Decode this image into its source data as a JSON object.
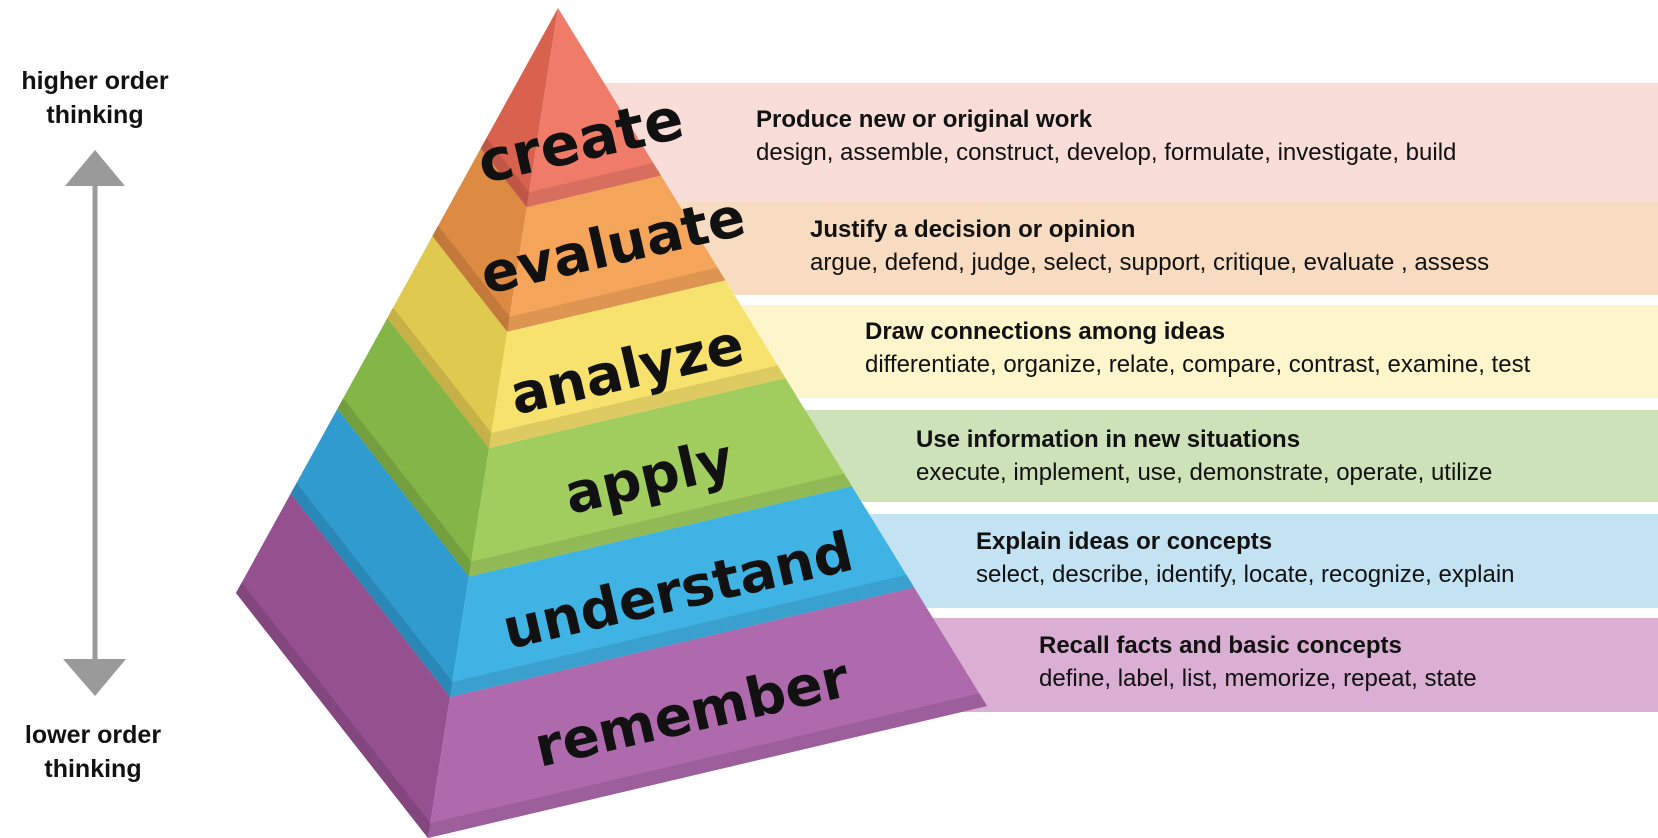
{
  "axis": {
    "top_label": "higher order thinking",
    "top_line1": "higher order",
    "top_line2": "thinking",
    "bottom_line1": "lower order",
    "bottom_line2": "thinking",
    "arrow_color": "#9a9a9a"
  },
  "levels": [
    {
      "name": "create",
      "title": "Produce new or original work",
      "verbs": "design, assemble, construct, develop, formulate, investigate, build",
      "band_color": "#f8ddd8",
      "front_color": "#f07b68",
      "side_color": "#d9624f"
    },
    {
      "name": "evaluate",
      "title": "Justify a decision or opinion",
      "verbs": "argue, defend, judge, select, support, critique, evaluate , assess",
      "band_color": "#f8dcc1",
      "front_color": "#f5a55a",
      "side_color": "#dd8a42"
    },
    {
      "name": "analyze",
      "title": "Draw connections among ideas",
      "verbs": "differentiate, organize, relate, compare, contrast, examine, test",
      "band_color": "#fdf6cc",
      "front_color": "#f6e26d",
      "side_color": "#e0c94f"
    },
    {
      "name": "apply",
      "title": "Use information in new situations",
      "verbs": "execute, implement, use, demonstrate, operate, utilize",
      "band_color": "#cde2b8",
      "front_color": "#a1cd5e",
      "side_color": "#84b547"
    },
    {
      "name": "understand",
      "title": "Explain ideas or concepts",
      "verbs": "select, describe, identify, locate, recognize, explain",
      "band_color": "#c3e2f2",
      "front_color": "#40b3e5",
      "side_color": "#2f9bcf"
    },
    {
      "name": "remember",
      "title": "Recall facts and basic concepts",
      "verbs": "define, label, list, memorize, repeat, state",
      "band_color": "#dbaed3",
      "front_color": "#ae6aad",
      "side_color": "#955090"
    }
  ]
}
